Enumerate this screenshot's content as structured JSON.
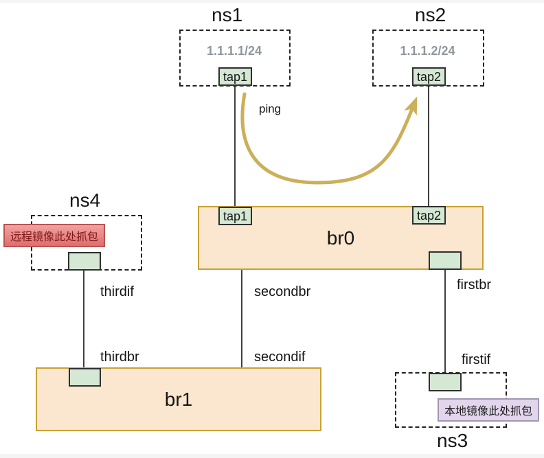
{
  "namespaces": {
    "ns1": {
      "title": "ns1",
      "ip": "1.1.1.1/24",
      "port": "tap1"
    },
    "ns2": {
      "title": "ns2",
      "ip": "1.1.1.2/24",
      "port": "tap2"
    },
    "ns4": {
      "title": "ns4",
      "note": "远程镜像此处抓包"
    },
    "ns3": {
      "title": "ns3",
      "note": "本地镜像此处抓包"
    }
  },
  "bridges": {
    "br0": {
      "title": "br0",
      "port_left": "tap1",
      "port_right": "tap2"
    },
    "br1": {
      "title": "br1"
    }
  },
  "labels": {
    "ping": "ping",
    "thirdif": "thirdif",
    "secondbr": "secondbr",
    "firstbr": "firstbr",
    "thirdbr": "thirdbr",
    "secondif": "secondif",
    "firstif": "firstif"
  },
  "colors": {
    "bridge_fill": "#fbe6cf",
    "bridge_border": "#c9a132",
    "port_fill": "#d5e8d4",
    "port_border": "#2f2f2f",
    "link_line": "#3f3f3f",
    "ping_arrow": "#ccaf59",
    "ip_text": "#8f979e",
    "remote_note_bg": "#e88888",
    "remote_note_text": "#7d1b1b",
    "local_note_bg": "#e2d6ed",
    "local_note_text": "#1c1c1c"
  }
}
